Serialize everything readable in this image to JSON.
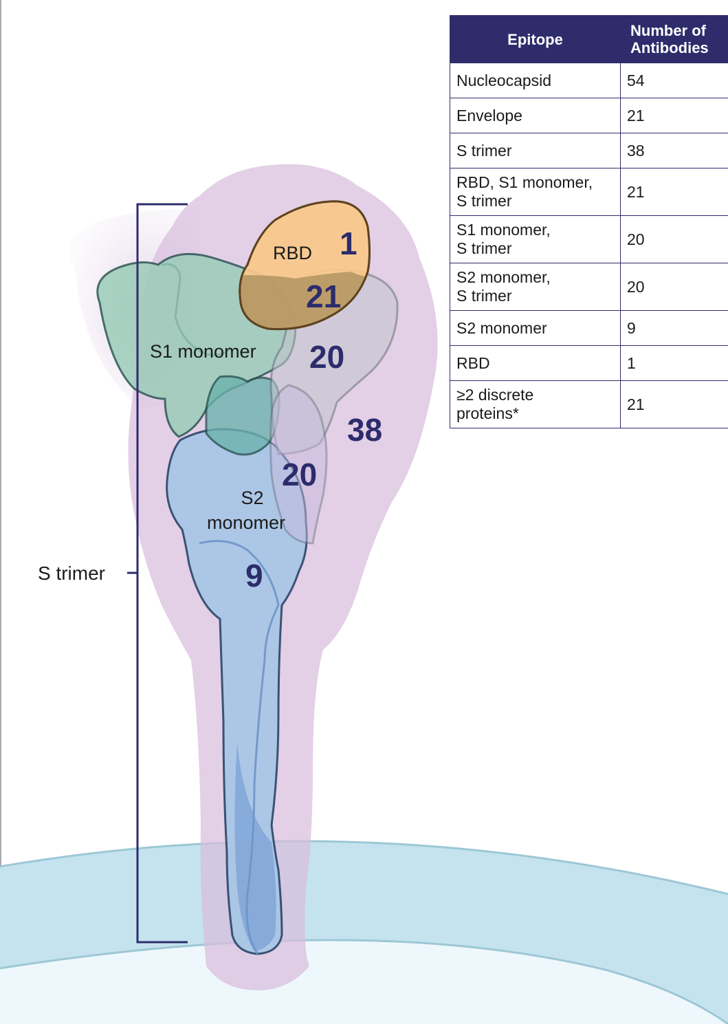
{
  "labels": {
    "rbd": "RBD",
    "s1_monomer": "S1 monomer",
    "s2_monomer_line1": "S2",
    "s2_monomer_line2": "monomer",
    "s_trimer": "S trimer"
  },
  "counts": {
    "rbd_only": "1",
    "rbd_s1_s_trimer": "21",
    "s1_s_trimer": "20",
    "s_trimer": "38",
    "s2_s_trimer": "20",
    "s2_only": "9"
  },
  "table": {
    "headers": {
      "epitope": "Epitope",
      "count_line1": "Number of",
      "count_line2": "Antibodies"
    },
    "rows": [
      {
        "epitope": "Nucleocapsid",
        "count": "54"
      },
      {
        "epitope": "Envelope",
        "count": "21"
      },
      {
        "epitope": "S trimer",
        "count": "38"
      },
      {
        "epitope_line1": "RBD, S1 monomer,",
        "epitope_line2": "S trimer",
        "count": "21"
      },
      {
        "epitope_line1": "S1 monomer,",
        "epitope_line2": "S trimer",
        "count": "20"
      },
      {
        "epitope_line1": "S2 monomer,",
        "epitope_line2": "S trimer",
        "count": "20"
      },
      {
        "epitope": "S2 monomer",
        "count": "9"
      },
      {
        "epitope": "RBD",
        "count": "1"
      },
      {
        "epitope_line1": "≥2 discrete",
        "epitope_line2": "proteins*",
        "count": "21"
      }
    ]
  },
  "colors": {
    "header_bg": "#2e2c6b",
    "table_border": "#2e2c6b",
    "number_text": "#2c2c6c",
    "rbd_fill": "#f9c98a",
    "s1_fill": "#99ccb7",
    "s2_fill": "#a4c6e6",
    "trimer_glow": "#d8bcdc",
    "membrane": "#c4e3ef"
  }
}
